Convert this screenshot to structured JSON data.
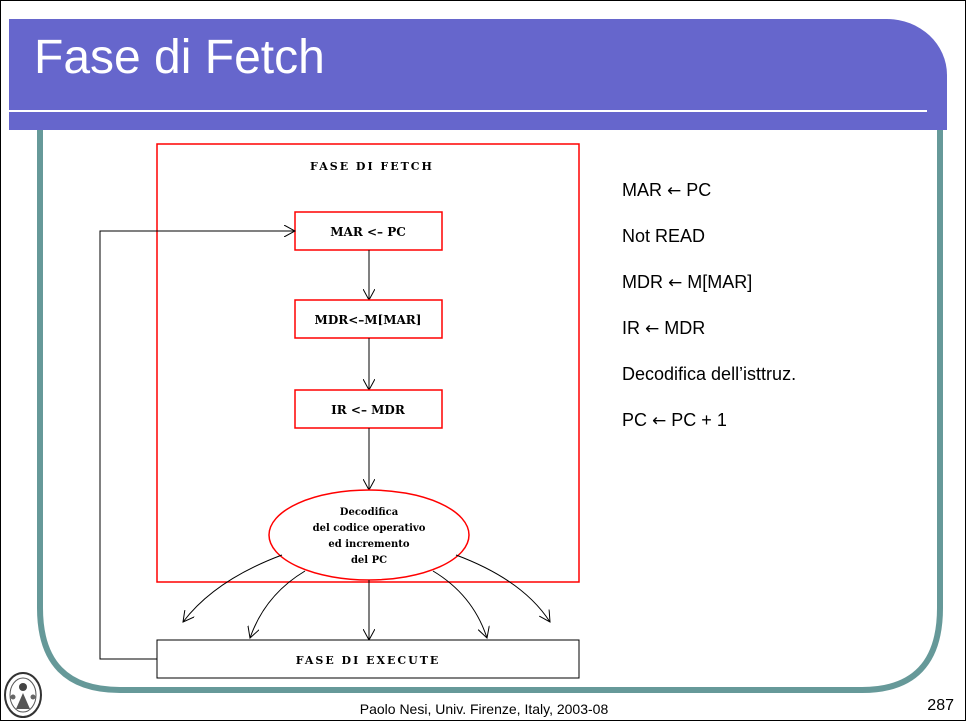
{
  "slide": {
    "title": "Fase di Fetch",
    "footer": "Paolo Nesi, Univ. Firenze, Italy, 2003-08",
    "page_number": "287"
  },
  "diagram": {
    "outer_label": "FASE DI FETCH",
    "step1": "MAR <– PC",
    "step2": "MDR<–M[MAR]",
    "step3": "IR <– MDR",
    "decode_lines": [
      "Decodifica",
      "del codice operativo",
      "ed incremento",
      "del PC"
    ],
    "execute": "FASE DI EXECUTE"
  },
  "bullets": [
    {
      "left": "MAR",
      "arrow": "←",
      "right": "PC"
    },
    {
      "text": "Not READ"
    },
    {
      "left": "MDR",
      "arrow": "←",
      "right": "M[MAR]"
    },
    {
      "left": "IR",
      "arrow": "←",
      "right": "MDR"
    },
    {
      "text": "Decodifica dell’isttruz."
    },
    {
      "left": "PC",
      "arrow": "←",
      "right": "PC + 1"
    }
  ],
  "colors": {
    "title_bg": "#6666cc",
    "frame": "#669999",
    "diagram_red": "#ff0000"
  },
  "logo_icon": "university-seal"
}
